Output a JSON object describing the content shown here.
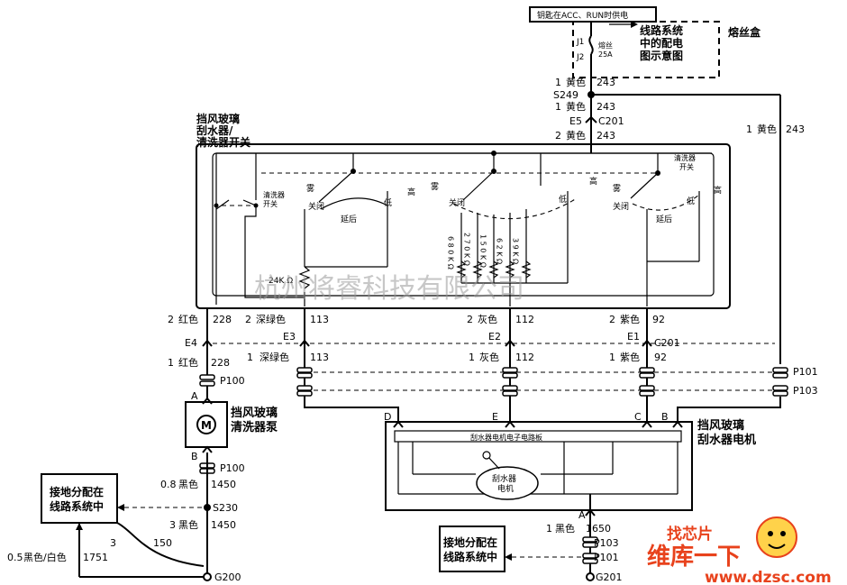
{
  "supply": {
    "key_label": "钥匙在ACC、RUN时供电",
    "fuse_box_label": "熔丝盒",
    "fuse_system_note": [
      "线路系统",
      "中的配电",
      "图示意图"
    ],
    "fuse_j1": "J1",
    "fuse_j2": "J2",
    "fuse_name": "熔丝",
    "fuse_rating": "25A"
  },
  "main_feed": {
    "wire1_pin": "1",
    "wire1_color": "黄色",
    "wire1_circuit": "243",
    "splice": "S249",
    "wire2_pin": "1",
    "wire2_color": "黄色",
    "wire2_circuit": "243",
    "connector_pin": "E5",
    "connector_name": "C201",
    "wire3_pin": "2",
    "wire3_color": "黄色",
    "wire3_circuit": "243",
    "right_pin": "1",
    "right_color": "黄色",
    "right_circuit": "243"
  },
  "switch": {
    "title": [
      "挡风玻璃",
      "刮水器/",
      "清洗器开关"
    ],
    "washer_switch_left": [
      "清洗器",
      "开关"
    ],
    "washer_switch_right": [
      "清洗器",
      "开关"
    ],
    "mist": "雾",
    "off": "关闭",
    "high": "高",
    "low": "低",
    "delay": "延后",
    "res_24k": "24K Ω",
    "resistors": [
      "6 8 0 K Ω",
      "2 7 0 K Ω",
      "1 5 0 K Ω",
      "6 2 K Ω",
      "3 9 K Ω"
    ]
  },
  "wires": {
    "w228_pin": "2",
    "w228_color": "红色",
    "w228_circuit": "228",
    "w113_pin": "2",
    "w113_color": "深绿色",
    "w113_circuit": "113",
    "w112_pin": "2",
    "w112_color": "灰色",
    "w112_circuit": "112",
    "w92_pin": "2",
    "w92_color": "紫色",
    "w92_circuit": "92",
    "e4": "E4",
    "e3": "E3",
    "e2": "E2",
    "e1": "E1",
    "c201": "C201",
    "l228_pin": "1",
    "l228_color": "红色",
    "l228_circuit": "228",
    "l113_pin": "1",
    "l113_color": "深绿色",
    "l113_circuit": "113",
    "l112_pin": "1",
    "l112_color": "灰色",
    "l112_circuit": "112",
    "l92_pin": "1",
    "l92_color": "紫色",
    "l92_circuit": "92",
    "p100": "P100",
    "p101": "P101",
    "p103": "P103"
  },
  "pump": {
    "pin_a": "A",
    "pin_b": "B",
    "motor_symbol": "M",
    "name": [
      "挡风玻璃",
      "清洗器泵"
    ],
    "p100_bottom": "P100",
    "w1450_pin": "0.8",
    "w1450_color": "黑色",
    "w1450_circuit": "1450",
    "splice": "S230",
    "w1450b_pin": "3",
    "w1450b_color": "黑色",
    "w1450b_circuit": "1450"
  },
  "ground_left": {
    "box_label": [
      "接地分配在",
      "线路系统中"
    ],
    "w1751_pin": "0.5",
    "w1751_color": "黑色/白色",
    "w1751_circuit": "1751",
    "label_3": "3",
    "label_150": "150",
    "ground": "G200"
  },
  "motor": {
    "pin_d": "D",
    "pin_e": "E",
    "pin_c": "C",
    "pin_b": "B",
    "name": [
      "挡风玻璃",
      "刮水器电机"
    ],
    "board": "刮水器电机电子电路板",
    "motor_label": [
      "刮水器",
      "电机"
    ],
    "pin_a": "A",
    "w1650_pin": "1",
    "w1650_color": "黑色",
    "w1650_circuit": "1650",
    "p103": "P103",
    "p101": "P101",
    "ground": "G201"
  },
  "ground_right": {
    "box_label": [
      "接地分配在",
      "线路系统中"
    ]
  },
  "watermark": {
    "text": "杭州将睿科技有限公司"
  },
  "brand": {
    "logo_top": "找芯片",
    "logo_main": "维库一下",
    "logo_url": "www.dzsc.com"
  },
  "colors": {
    "line": "#000000",
    "watermark": "#9a9a9a",
    "brand": "#e8421c"
  }
}
